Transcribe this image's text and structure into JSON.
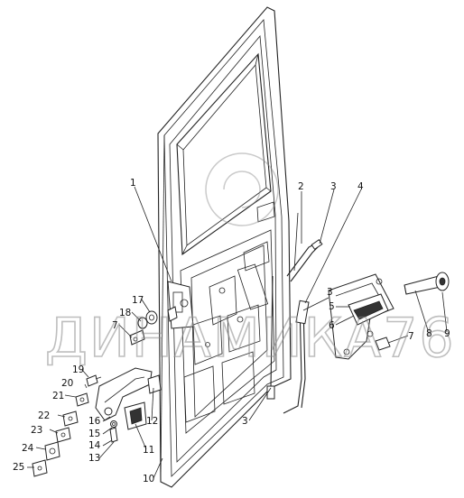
{
  "watermark": "ДИНАМИКА76",
  "callouts": [
    {
      "id": "c1",
      "text": "1"
    },
    {
      "id": "c2",
      "text": "2"
    },
    {
      "id": "c3a",
      "text": "3"
    },
    {
      "id": "c4",
      "text": "4"
    },
    {
      "id": "c3b",
      "text": "3"
    },
    {
      "id": "c5",
      "text": "5"
    },
    {
      "id": "c6",
      "text": "6"
    },
    {
      "id": "c7a",
      "text": "7"
    },
    {
      "id": "c8",
      "text": "8"
    },
    {
      "id": "c9",
      "text": "9"
    },
    {
      "id": "c17",
      "text": "17"
    },
    {
      "id": "c18",
      "text": "18"
    },
    {
      "id": "c7b",
      "text": "7"
    },
    {
      "id": "c19",
      "text": "19"
    },
    {
      "id": "c20",
      "text": "20"
    },
    {
      "id": "c21",
      "text": "21"
    },
    {
      "id": "c22",
      "text": "22"
    },
    {
      "id": "c23",
      "text": "23"
    },
    {
      "id": "c24",
      "text": "24"
    },
    {
      "id": "c25",
      "text": "25"
    },
    {
      "id": "c16",
      "text": "16"
    },
    {
      "id": "c15",
      "text": "15"
    },
    {
      "id": "c14",
      "text": "14"
    },
    {
      "id": "c13",
      "text": "13"
    },
    {
      "id": "c12",
      "text": "12"
    },
    {
      "id": "c11",
      "text": "11"
    },
    {
      "id": "c10",
      "text": "10"
    },
    {
      "id": "c3c",
      "text": "3"
    }
  ]
}
